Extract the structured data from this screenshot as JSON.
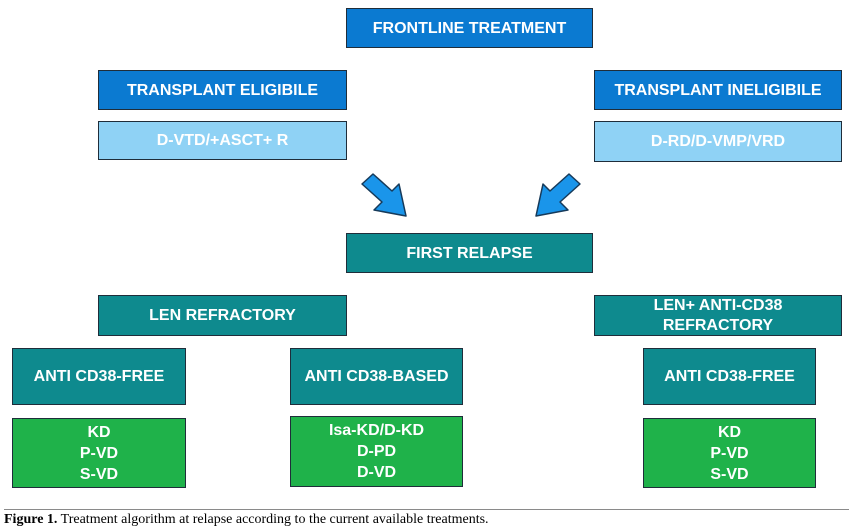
{
  "colors": {
    "blue": "#0b7ad1",
    "light_blue": "#8fd2f5",
    "teal": "#0e8a8e",
    "green": "#1fb24a"
  },
  "frontline": "FRONTLINE TREATMENT",
  "eligible": {
    "title": "TRANSPLANT ELIGIBILE",
    "regimen": "D-VTD/+ASCT+ R"
  },
  "ineligible": {
    "title": "TRANSPLANT INELIGIBILE",
    "regimen": "D-RD/D-VMP/VRD"
  },
  "first_relapse": "FIRST RELAPSE",
  "len_refractory": {
    "title": "LEN REFRACTORY",
    "cd38_free": {
      "title": "ANTI CD38-FREE",
      "regimens": [
        "KD",
        "P-VD",
        "S-VD"
      ]
    },
    "cd38_based": {
      "title": "ANTI CD38-BASED",
      "regimens": [
        "Isa-KD/D-KD",
        "D-PD",
        "D-VD"
      ]
    }
  },
  "len_cd38_refractory": {
    "title_lines": [
      "LEN+ ANTI-CD38",
      "REFRACTORY"
    ],
    "cd38_free": {
      "title": "ANTI CD38-FREE",
      "regimens": [
        "KD",
        "P-VD",
        "S-VD"
      ]
    }
  },
  "caption": {
    "label": "Figure 1.",
    "text": " Treatment algorithm at relapse according to the current available treatments."
  }
}
